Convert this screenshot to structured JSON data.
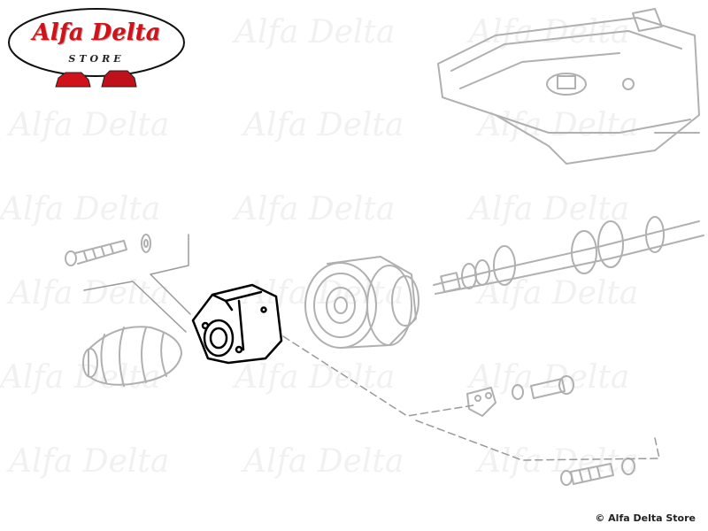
{
  "logo": {
    "title": "Alfa Delta",
    "subtitle": "STORE"
  },
  "watermark": "Alfa Delta",
  "copyright": "© Alfa Delta Store",
  "colors": {
    "highlight": "#000000",
    "parts": "#b4b4b4",
    "logo_red": "#d0121b"
  }
}
